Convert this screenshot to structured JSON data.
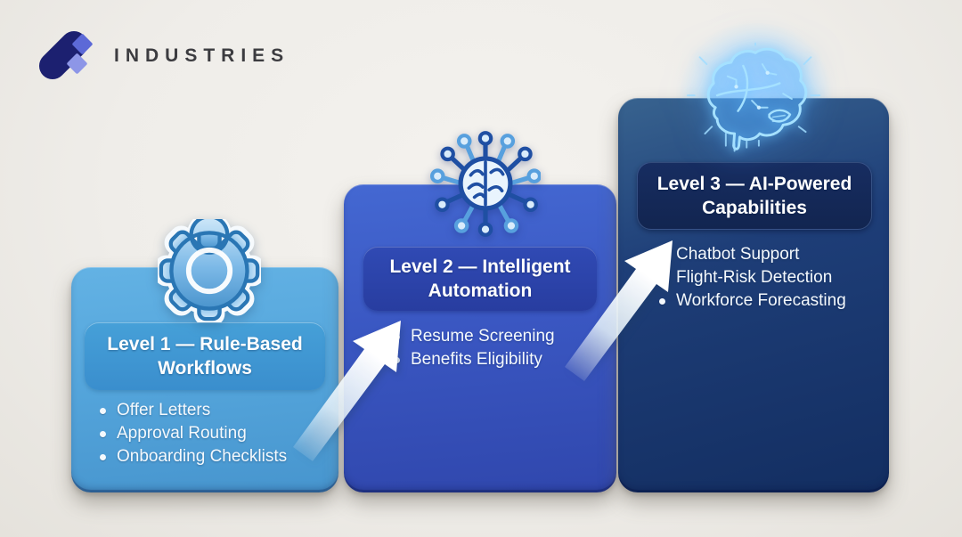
{
  "brand": {
    "name": "INDUSTRIES"
  },
  "palette": {
    "background": "#efede9",
    "brand_navy": "#1c2070",
    "brand_periwinkle": "#5c69d7",
    "level1_body": "#55a6dc",
    "level1_header": "#3e93d0",
    "level2_body": "#3a57c2",
    "level2_header": "#2c43a8",
    "level3_body": "#1d3d77",
    "level3_header": "#14285a",
    "text": "#ffffff",
    "arrow": "#ffffff",
    "glow_blue": "#7fd4ff"
  },
  "levels": [
    {
      "id": "level-1",
      "icon": "gear-icon",
      "title_line1": "Level 1 — Rule-Based",
      "title_line2": "Workflows",
      "bullets": [
        "Offer Letters",
        "Approval Routing",
        "Onboarding Checklists"
      ]
    },
    {
      "id": "level-2",
      "icon": "circuit-brain-icon",
      "title_line1": "Level 2 — Intelligent",
      "title_line2": "Automation",
      "bullets": [
        "Resume Screening",
        "Benefits Eligibility"
      ]
    },
    {
      "id": "level-3",
      "icon": "glowing-brain-icon",
      "title_line1": "Level 3 — AI-Powered",
      "title_line2": "Capabilities",
      "bullets": [
        "Chatbot Support",
        "Flight-Risk Detection",
        "Workforce Forecasting"
      ]
    }
  ]
}
